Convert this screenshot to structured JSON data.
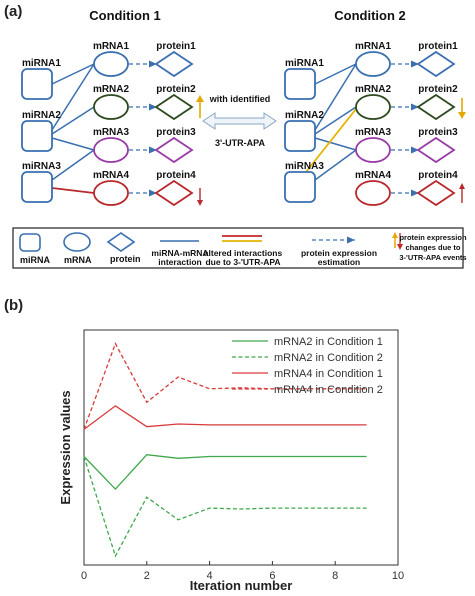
{
  "panel_a": {
    "label": "(a)",
    "condition1_title": "Condition 1",
    "condition2_title": "Condition 2",
    "mirnas": [
      "miRNA1",
      "miRNA2",
      "miRNA3"
    ],
    "mrnas": [
      "mRNA1",
      "mRNA2",
      "mRNA3",
      "mRNA4"
    ],
    "proteins": [
      "protein1",
      "protein2",
      "protein3",
      "protein4"
    ],
    "transition_text_1": "with identified",
    "transition_text_2": "3'-UTR-APA",
    "legend": {
      "mirna": "miRNA",
      "mrna": "mRNA",
      "protein": "protein",
      "interaction_1": "miRNA-mRNA",
      "interaction_2": "interaction",
      "altered_1": "altered interactions",
      "altered_2": "due to 3-'UTR-APA",
      "estimation_1": "protein expression",
      "estimation_2": "estimation",
      "changes_1": "protein expression",
      "changes_2": "changes due to",
      "changes_3": "3-'UTR-APA events"
    },
    "colors": {
      "mirna": "#3a6fb0",
      "mrna1": "#3a6fb0",
      "mrna2": "#2d4a1f",
      "mrna3": "#9a3aa8",
      "mrna4": "#b8282c",
      "altered_red": "#c0282c",
      "altered_gold": "#e6b400",
      "expression_arrow": "#e6a800"
    }
  },
  "panel_b": {
    "label": "(b)",
    "chart_data": {
      "type": "line",
      "xlabel": "Iteration number",
      "ylabel": "Expression values",
      "xlim": [
        0,
        10
      ],
      "xticks": [
        "0",
        "2",
        "4",
        "6",
        "8",
        "10"
      ],
      "y_tick_labels": false,
      "legend_position": "top-right",
      "x": [
        0,
        1,
        2,
        3,
        4,
        5,
        6,
        7,
        8,
        9
      ],
      "series": [
        {
          "name": "mRNA2 in Condition 1",
          "color": "#3ea84a",
          "dash": "solid",
          "values": [
            0.0,
            -0.36,
            0.02,
            -0.02,
            0.0,
            0.0,
            0.0,
            0.0,
            0.0,
            0.0
          ]
        },
        {
          "name": "mRNA2 in Condition 2",
          "color": "#3ea84a",
          "dash": "dashed",
          "values": [
            0.0,
            -1.1,
            -0.45,
            -0.7,
            -0.57,
            -0.58,
            -0.57,
            -0.57,
            -0.57,
            -0.57
          ]
        },
        {
          "name": "mRNA4 in Condition 1",
          "color": "#d93a3a",
          "dash": "solid",
          "values": [
            0.3,
            0.56,
            0.33,
            0.36,
            0.35,
            0.35,
            0.35,
            0.35,
            0.35,
            0.35
          ]
        },
        {
          "name": "mRNA4 in Condition 2",
          "color": "#d93a3a",
          "dash": "dashed",
          "values": [
            0.3,
            1.25,
            0.6,
            0.88,
            0.75,
            0.76,
            0.75,
            0.75,
            0.75,
            0.75
          ]
        }
      ]
    }
  }
}
